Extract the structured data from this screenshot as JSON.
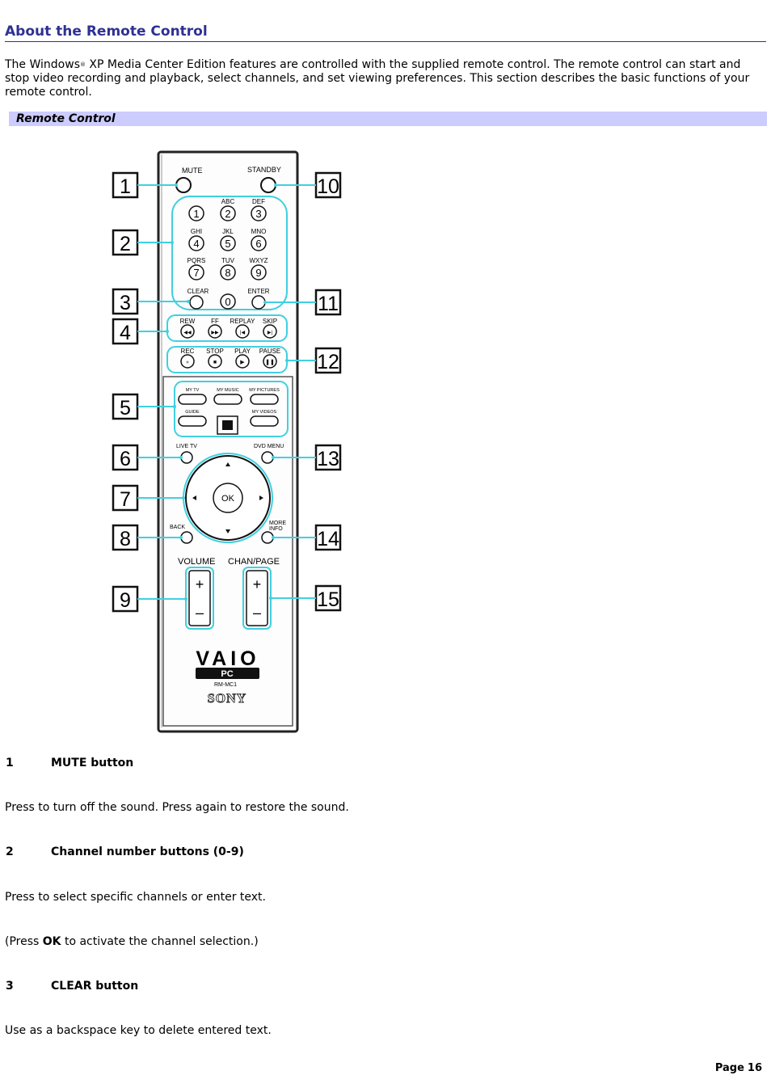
{
  "title": "About the Remote Control",
  "intro": {
    "part1": "The Windows",
    "reg": "®",
    "part2": " XP Media Center Edition features are controlled with the supplied remote control. The remote control can start and stop video recording and playback, select channels, and set viewing preferences. This section describes the basic functions of your remote control."
  },
  "subheading": "Remote Control",
  "remote": {
    "callouts": [
      "1",
      "2",
      "3",
      "4",
      "5",
      "6",
      "7",
      "8",
      "9",
      "10",
      "11",
      "12",
      "13",
      "14",
      "15"
    ],
    "top_buttons": {
      "mute": "MUTE",
      "standby": "STANDBY"
    },
    "digit_letters": [
      "",
      "ABC",
      "DEF",
      "GHI",
      "JKL",
      "MNO",
      "PQRS",
      "TUV",
      "WXYZ"
    ],
    "digits": [
      "1",
      "2",
      "3",
      "4",
      "5",
      "6",
      "7",
      "8",
      "9",
      "0"
    ],
    "clear": "CLEAR",
    "enter": "ENTER",
    "transport_row1": [
      "REW",
      "FF",
      "REPLAY",
      "SKIP"
    ],
    "transport_row2": [
      "REC",
      "STOP",
      "PLAY",
      "PAUSE"
    ],
    "media_buttons": [
      "MY TV",
      "MY MUSIC",
      "MY PICTURES",
      "GUIDE",
      "MY VIDEOS"
    ],
    "live_tv": "LIVE TV",
    "dvd_menu": "DVD MENU",
    "ok": "OK",
    "back": "BACK",
    "more_info_1": "MORE",
    "more_info_2": "INFO",
    "volume": "VOLUME",
    "chan_page": "CHAN/PAGE",
    "plus": "+",
    "minus": "–",
    "logo": "VAIO",
    "pc": "PC",
    "model": "RM-MC1",
    "brand": "SONY"
  },
  "items": [
    {
      "num": "1",
      "label": "MUTE button"
    },
    {
      "num": "2",
      "label": "Channel number buttons (0-9)"
    },
    {
      "num": "3",
      "label": "CLEAR button"
    }
  ],
  "paragraphs": {
    "mute_desc": "Press to turn off the sound. Press again to restore the sound.",
    "channel_desc": "Press to select specific channels or enter text.",
    "press_open": "(Press ",
    "press_ok": "OK",
    "press_rest": " to activate the channel selection.)",
    "clear_desc": "Use as a backspace key to delete entered text."
  },
  "footer": {
    "page_label": "Page",
    "page_number": "16"
  },
  "colors": {
    "title": "#2e3192",
    "subheading_bg": "#ccccff",
    "callout_line": "#40d0e0"
  }
}
